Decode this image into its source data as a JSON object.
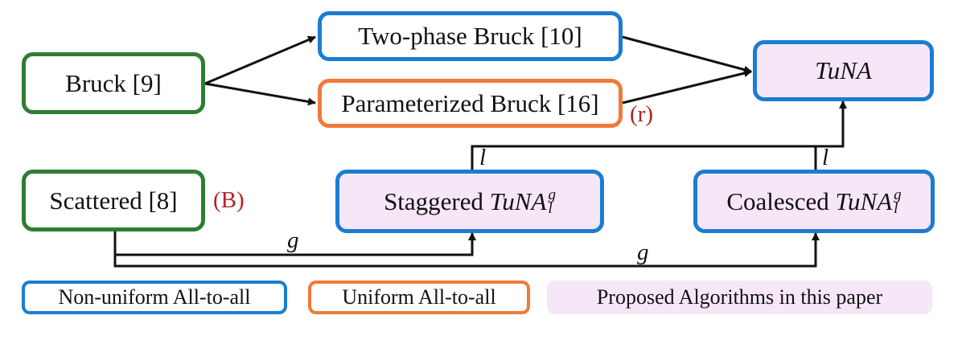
{
  "nodes": {
    "bruck": "Bruck [9]",
    "two_phase": "Two-phase Bruck [10]",
    "parameterized": "Parameterized Bruck [16]",
    "tuna": "TuNA",
    "scattered": "Scattered [8]",
    "staggered_prefix": "Staggered",
    "staggered_main": "TuNA",
    "staggered_sup": "g",
    "staggered_sub": "l",
    "coalesced_prefix": "Coalesced",
    "coalesced_main": "TuNA",
    "coalesced_sup": "g",
    "coalesced_sub": "l"
  },
  "edge_labels": {
    "l_staggered": "l",
    "l_coalesced": "l",
    "g_staggered": "g",
    "g_coalesced": "g"
  },
  "annotations": {
    "r": "(r)",
    "B": "(B)"
  },
  "legend": {
    "non_uniform": "Non-uniform All-to-all",
    "uniform": "Uniform All-to-all",
    "proposed": "Proposed Algorithms in this paper"
  },
  "colors": {
    "green": "#2e7d32",
    "blue": "#1a7dd1",
    "orange": "#ef7a3a",
    "pink": "#f6e6f7",
    "red": "#b22222"
  }
}
